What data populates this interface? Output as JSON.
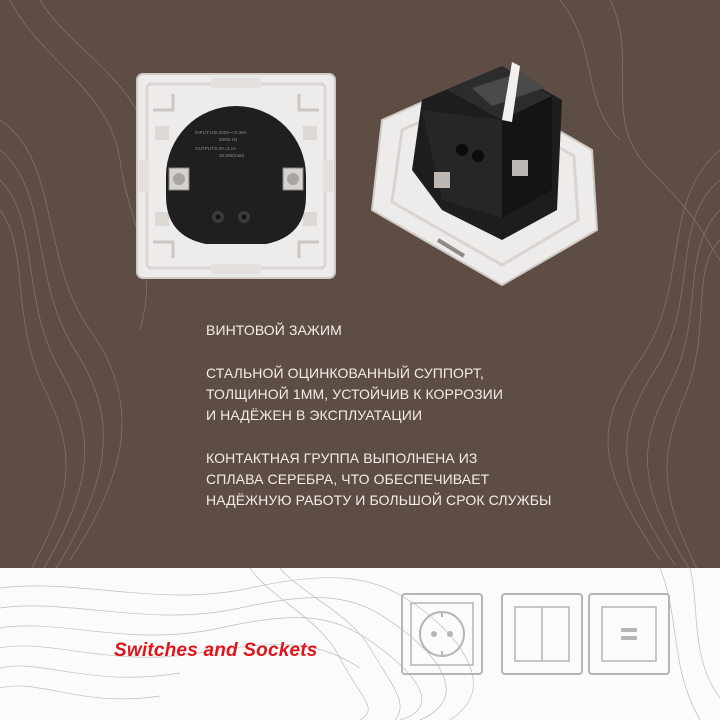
{
  "features": [
    "ВИНТОВОЙ ЗАЖИМ",
    "СТАЛЬНОЙ ОЦИНКОВАННЫЙ СУППОРТ,\nТОЛЩИНОЙ 1ММ, УСТОЙЧИВ К КОРРОЗИИ\nИ НАДЁЖЕН В ЭКСПЛУАТАЦИИ",
    "КОНТАКТНАЯ ГРУППА ВЫПОЛНЕНА ИЗ\nСПЛАВА СЕРЕБРА, ЧТО ОБЕСПЕЧИВАЕТ\nНАДЁЖНУЮ РАБОТУ И БОЛЬШОЙ СРОК СЛУЖБЫ"
  ],
  "brand_text": "Switches and Sockets",
  "product_label": {
    "line1": "INPUT:100-250V~<0.35A",
    "line2": "50/60 Hz",
    "line3": "OUTPUT:5.0V=3.1A",
    "line4": "15.5W(total)"
  },
  "icons": [
    "socket-icon",
    "double-switch-icon",
    "usb-charger-icon"
  ],
  "colors": {
    "background": "#5e4d45",
    "text": "#f2ede9",
    "brand_red": "#e0141a",
    "bottom_panel": "#fbfbfb"
  }
}
